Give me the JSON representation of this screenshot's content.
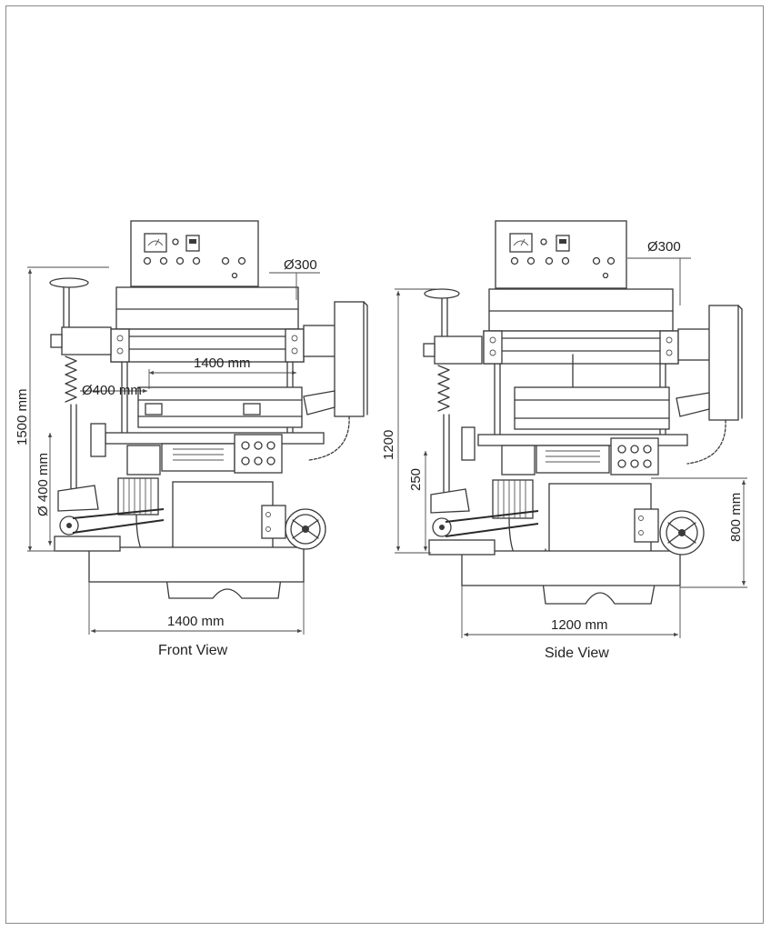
{
  "front_view": {
    "caption": "Front View",
    "dim_height": "1500 mm",
    "dim_width": "1400 mm",
    "dim_table_width": "1400 mm",
    "dim_wheel_dia": "Ø 400 mm",
    "dim_diameter_300": "Ø300",
    "dim_inner_400": "Ø400 mm"
  },
  "side_view": {
    "caption": "Side View",
    "dim_height": "1200",
    "dim_width": "1200 mm",
    "dim_base_height": "800 mm",
    "dim_250": "250",
    "dim_diameter_300": "Ø300"
  },
  "icons": {
    "arrow": "dimension-arrow-icon"
  }
}
